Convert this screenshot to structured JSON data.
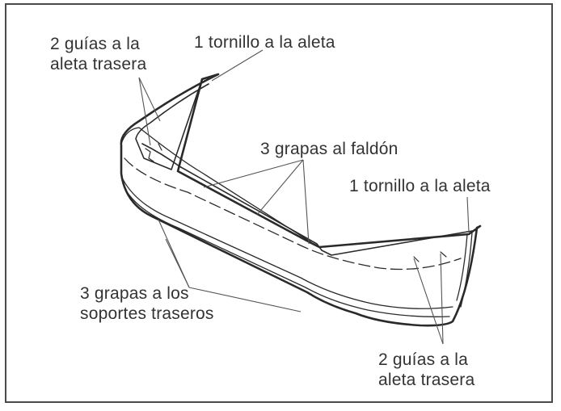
{
  "labels": {
    "top_left": {
      "line1": "2 guías a la",
      "line2": "aleta trasera"
    },
    "top_center": "1 tornillo a la aleta",
    "middle": "3 grapas al faldón",
    "right": "1 tornillo a la aleta",
    "bottom_left": {
      "line1": "3 grapas a los",
      "line2": "soportes traseros"
    },
    "bottom_right": {
      "line1": "2 guías a la",
      "line2": "aleta trasera"
    }
  },
  "colors": {
    "frame": "#4a4a4a",
    "outline": "#2a2a2a",
    "leader": "#555555",
    "text": "#333333"
  }
}
